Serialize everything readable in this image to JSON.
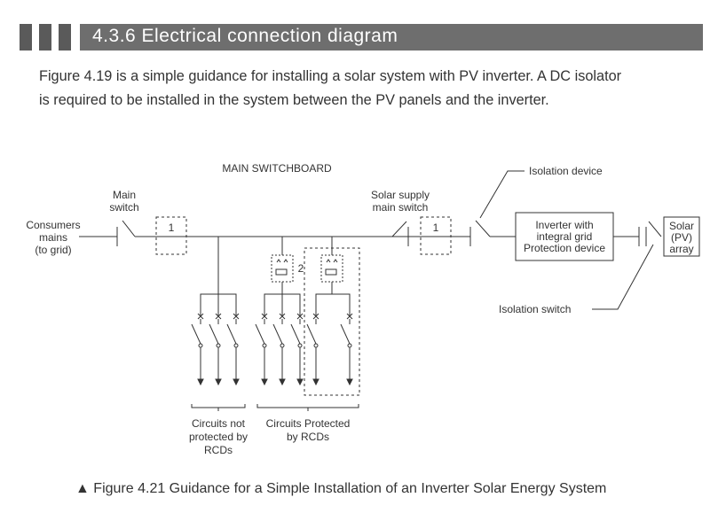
{
  "section": {
    "title": "4.3.6 Electrical connection diagram"
  },
  "intro": {
    "line1": "Figure 4.19 is a simple guidance for installing a solar system with PV inverter. A DC isolator",
    "line2": "is required to be installed in the system between the PV panels and the inverter."
  },
  "diagram": {
    "main_switchboard": "MAIN SWITCHBOARD",
    "consumers_mains": [
      "Consumers",
      "mains",
      "(to grid)"
    ],
    "main_switch": [
      "Main",
      "switch"
    ],
    "solar_supply_main_switch": [
      "Solar supply",
      "main switch"
    ],
    "isolation_device": "Isolation device",
    "inverter": [
      "Inverter with",
      "integral grid",
      "Protection device"
    ],
    "solar_array": [
      "Solar",
      "(PV)",
      "array"
    ],
    "isolation_switch": "Isolation switch",
    "meter1": "1",
    "meter2": "1",
    "rcd_number": "2",
    "circuits_not_protected": [
      "Circuits not",
      "protected by",
      "RCDs"
    ],
    "circuits_protected": [
      "Circuits Protected",
      "by RCDs"
    ]
  },
  "caption": {
    "marker": "▲",
    "text": "Figure 4.21 Guidance for a Simple Installation of an Inverter Solar Energy System"
  }
}
